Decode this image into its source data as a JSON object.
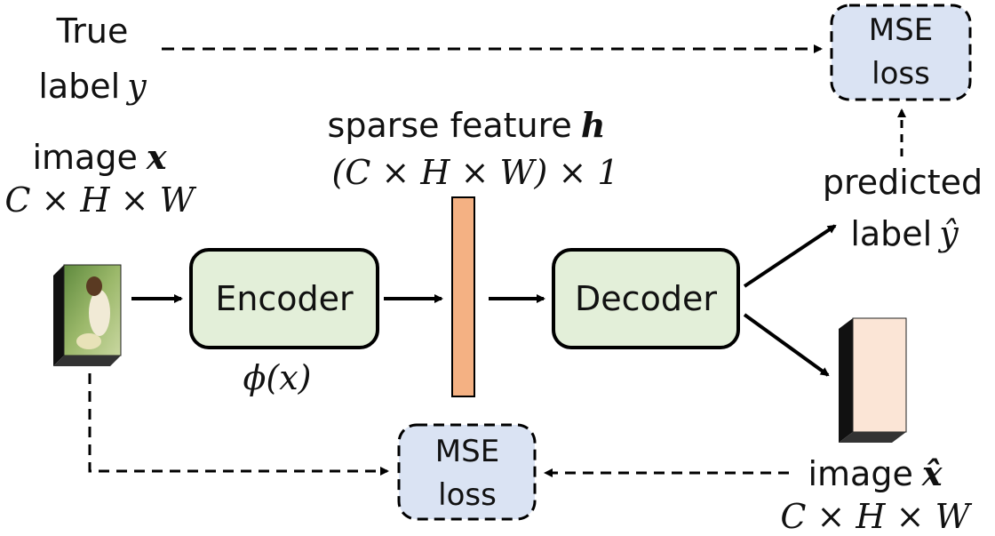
{
  "true_label": {
    "line1": "True",
    "line2_text": "label",
    "symbol": "y"
  },
  "mse_top": {
    "line1": "MSE",
    "line2": "loss"
  },
  "mse_bottom": {
    "line1": "MSE",
    "line2": "loss"
  },
  "input_image": {
    "label_text": "image",
    "symbol": "x",
    "dims": "C × H × W"
  },
  "sparse_feature": {
    "label_text": "sparse feature",
    "symbol": "h",
    "dims": "(C × H × W) × 1"
  },
  "encoder": {
    "label": "Encoder",
    "function": "ϕ(x)"
  },
  "decoder": {
    "label": "Decoder"
  },
  "predicted": {
    "line1": "predicted",
    "line2_text": "label",
    "symbol": "ŷ"
  },
  "output_image": {
    "label_text": "image",
    "symbol": "x̂",
    "dims": "C × H × W"
  },
  "colors": {
    "box_fill": "#e3efd9",
    "loss_fill": "#dae3f3",
    "feature_fill": "#f4b183",
    "output_fill": "#fbe5d6"
  }
}
